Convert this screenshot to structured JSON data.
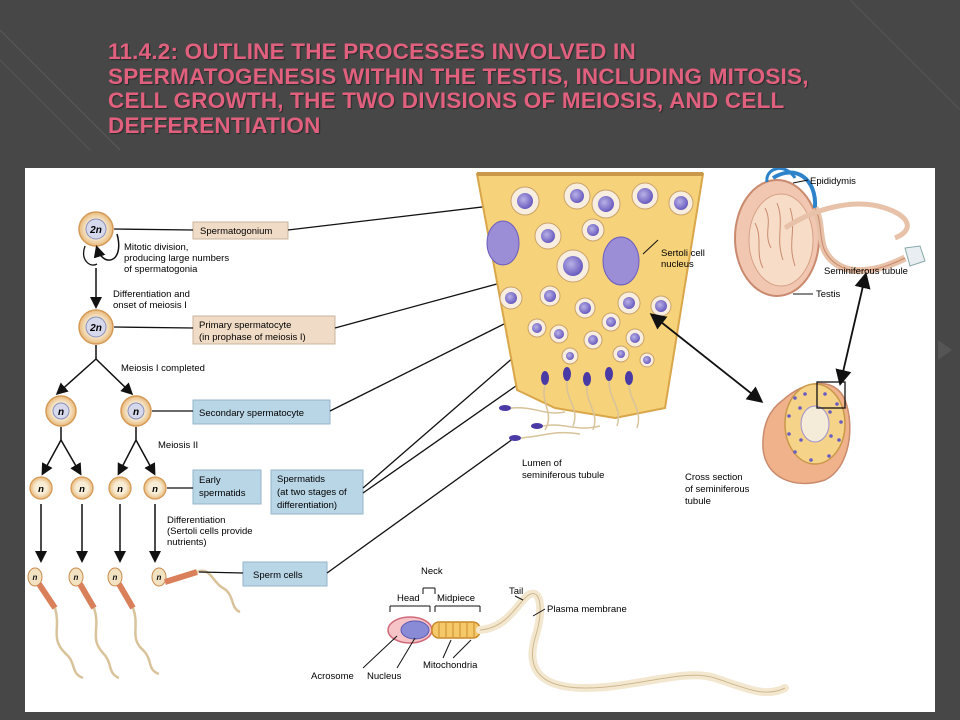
{
  "title": {
    "line1": "11.4.2: OUTLINE THE PROCESSES INVOLVED IN",
    "line2": "SPERMATOGENESIS WITHIN THE TESTIS, INCLUDING MITOSIS,",
    "line3": "CELL GROWTH, THE TWO DIVISIONS OF MEIOSIS, AND CELL",
    "line4": "DEFFERENTIATION"
  },
  "cells": {
    "diploid": "2n",
    "haploid": "n"
  },
  "stages": {
    "spermatogonium": "Spermatogonium",
    "primary_1": "Primary spermatocyte",
    "primary_2": "(in prophase of meiosis I)",
    "secondary": "Secondary spermatocyte",
    "early_1": "Early",
    "early_2": "spermatids",
    "spermatids_1": "Spermatids",
    "spermatids_2": "(at two stages of",
    "spermatids_3": "differentiation)",
    "sperm_cells": "Sperm cells"
  },
  "processes": {
    "mitotic_1": "Mitotic division,",
    "mitotic_2": "producing large numbers",
    "mitotic_3": "of spermatogonia",
    "diff_1": "Differentiation and",
    "diff_2": "onset of meiosis I",
    "meiosis1": "Meiosis I completed",
    "meiosis2": "Meiosis II",
    "sdiff_1": "Differentiation",
    "sdiff_2": "(Sertoli cells provide",
    "sdiff_3": "nutrients)"
  },
  "tubule_labels": {
    "sertoli_1": "Sertoli cell",
    "sertoli_2": "nucleus",
    "lumen_1": "Lumen of",
    "lumen_2": "seminiferous tubule"
  },
  "testis_labels": {
    "epididymis": "Epididymis",
    "seminiferous": "Seminiferous tubule",
    "testis": "Testis",
    "cross_1": "Cross section",
    "cross_2": "of seminiferous",
    "cross_3": "tubule"
  },
  "sperm_labels": {
    "neck": "Neck",
    "head": "Head",
    "midpiece": "Midpiece",
    "tail": "Tail",
    "plasma": "Plasma membrane",
    "acrosome": "Acrosome",
    "nucleus": "Nucleus",
    "mitochondria": "Mitochondria"
  },
  "colors": {
    "title": "#e0607e",
    "label_box": "#b9d6e6",
    "label_box_tan": "#f0dcc6",
    "tubule_fill": "#f6d27a",
    "nucleus": "#7a6bc4"
  }
}
